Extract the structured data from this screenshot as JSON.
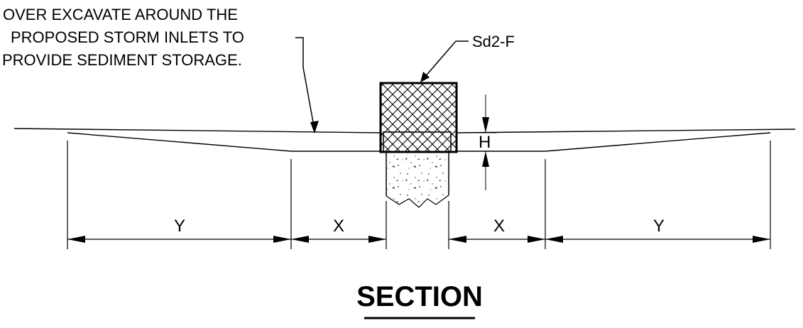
{
  "note": {
    "lines": [
      "OVER EXCAVATE AROUND THE",
      "PROPOSED STORM INLETS TO",
      "PROVIDE SEDIMENT STORAGE."
    ]
  },
  "callout": {
    "label": "Sd2-F"
  },
  "dimensions": {
    "y_left": "Y",
    "x_left": "X",
    "x_right": "X",
    "y_right": "Y",
    "h": "H"
  },
  "title": "SECTION"
}
